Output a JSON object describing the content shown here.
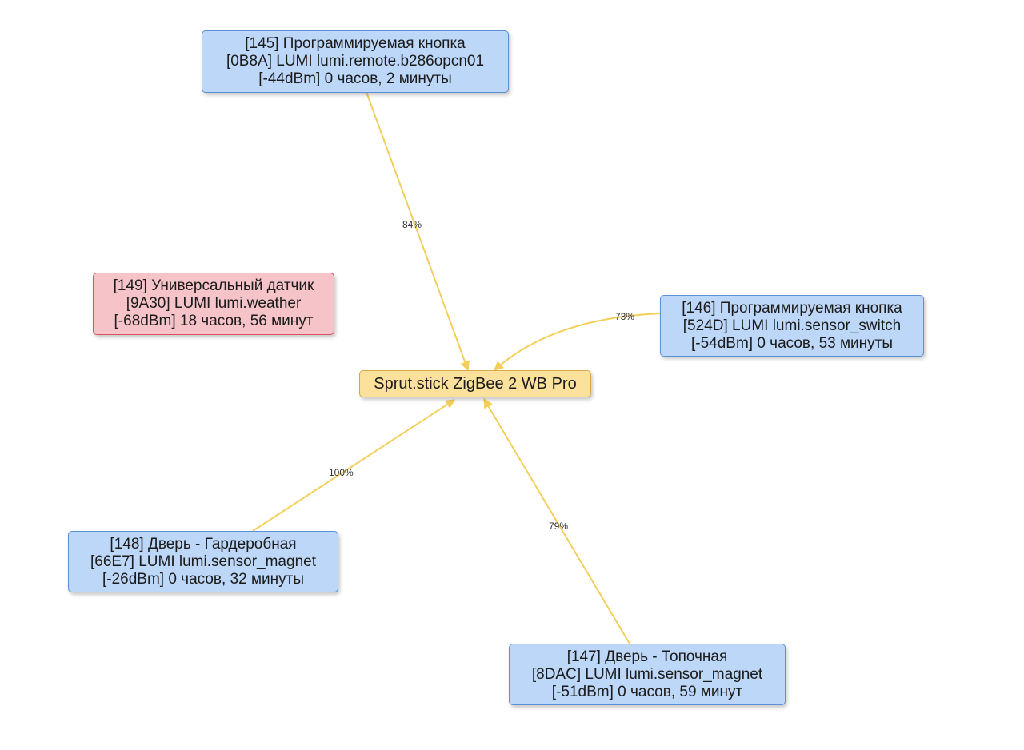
{
  "colors": {
    "edge": "#f3cf5a",
    "node_ok_fill": "#bdd7f9",
    "node_offline_fill": "#f6c3c8",
    "hub_fill": "#fbe19b"
  },
  "hub": {
    "label": "Sprut.stick ZigBee 2 WB Pro"
  },
  "nodes": [
    {
      "id": "145",
      "status": "ok",
      "lines": [
        "[145] Программируемая кнопка",
        "[0B8A] LUMI lumi.remote.b286opcn01",
        "[-44dBm] 0 часов, 2 минуты"
      ]
    },
    {
      "id": "149",
      "status": "offline",
      "lines": [
        "[149] Универсальный датчик",
        "[9A30] LUMI lumi.weather",
        "[-68dBm] 18 часов, 56 минут"
      ]
    },
    {
      "id": "146",
      "status": "ok",
      "lines": [
        "[146] Программируемая кнопка",
        "[524D] LUMI lumi.sensor_switch",
        "[-54dBm] 0 часов, 53 минуты"
      ]
    },
    {
      "id": "148",
      "status": "ok",
      "lines": [
        "[148] Дверь - Гардеробная",
        "[66E7] LUMI lumi.sensor_magnet",
        "[-26dBm] 0 часов, 32 минуты"
      ]
    },
    {
      "id": "147",
      "status": "ok",
      "lines": [
        "[147] Дверь - Топочная",
        "[8DAC] LUMI lumi.sensor_magnet",
        "[-51dBm] 0 часов, 59 минут"
      ]
    }
  ],
  "links": [
    {
      "from": "145",
      "to": "hub",
      "quality": "84%"
    },
    {
      "from": "146",
      "to": "hub",
      "quality": "73%"
    },
    {
      "from": "148",
      "to": "hub",
      "quality": "100%"
    },
    {
      "from": "147",
      "to": "hub",
      "quality": "79%"
    }
  ]
}
